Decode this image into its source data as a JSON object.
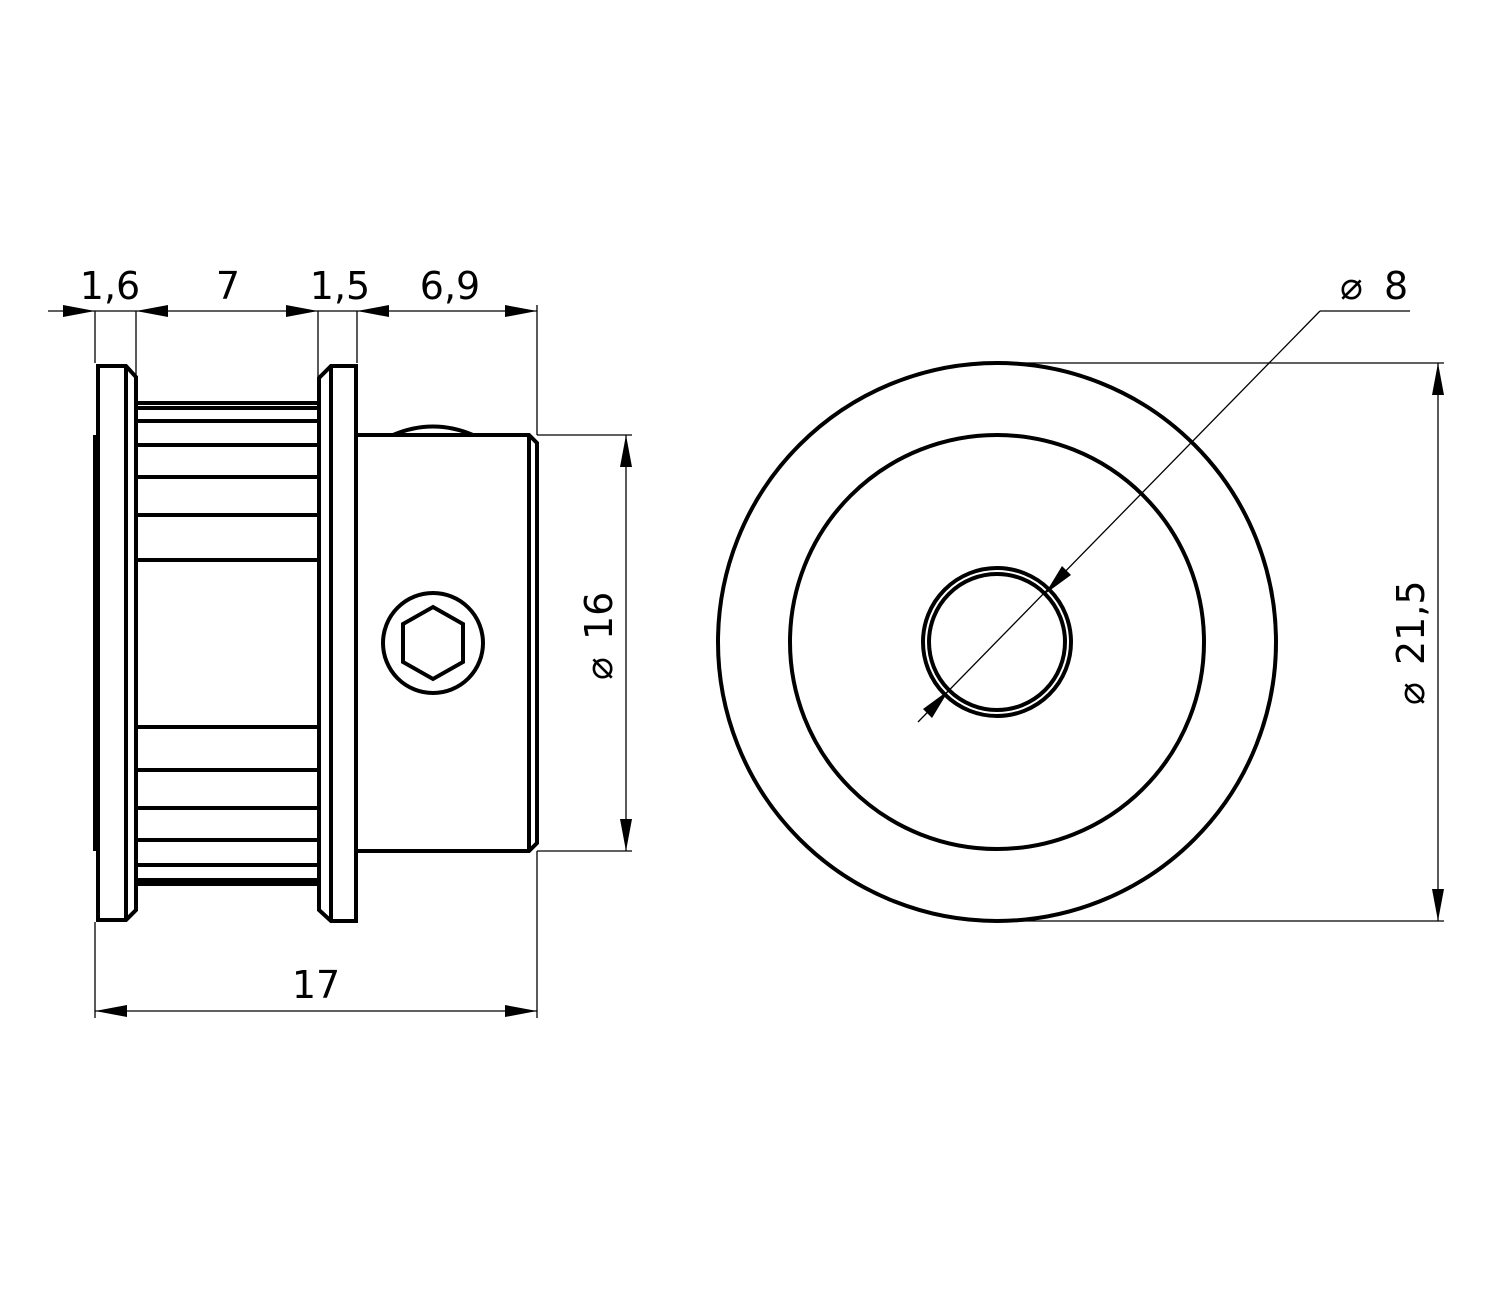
{
  "side_view": {
    "dimensions": {
      "flange_left": "1,6",
      "tooth_width": "7",
      "flange_right": "1,5",
      "hub_length": "6,9",
      "total_length": "17",
      "hub_diameter": "16"
    }
  },
  "front_view": {
    "dimensions": {
      "bore_diameter": "8",
      "flange_diameter": "21,5"
    }
  },
  "diameter_symbol": "⌀"
}
